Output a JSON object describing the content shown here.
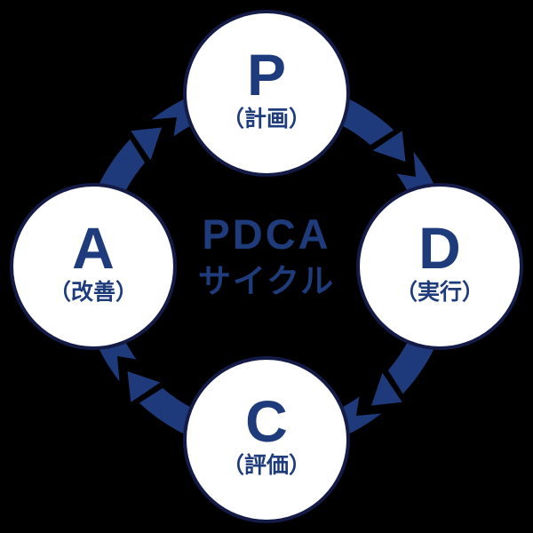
{
  "diagram": {
    "title_line1": "PDCA",
    "title_line2": "サイクル"
  },
  "nodes": [
    {
      "letter": "P",
      "label": "（計画）",
      "position": "top"
    },
    {
      "letter": "D",
      "label": "（実行）",
      "position": "right"
    },
    {
      "letter": "C",
      "label": "（評価）",
      "position": "bottom"
    },
    {
      "letter": "A",
      "label": "（改善）",
      "position": "left"
    }
  ],
  "colors": {
    "background": "#000000",
    "navy_text": "#1e3c7c",
    "arrow": "#1f3a7a",
    "circle_fill": "#ffffff",
    "circle_border": "#141b46"
  }
}
